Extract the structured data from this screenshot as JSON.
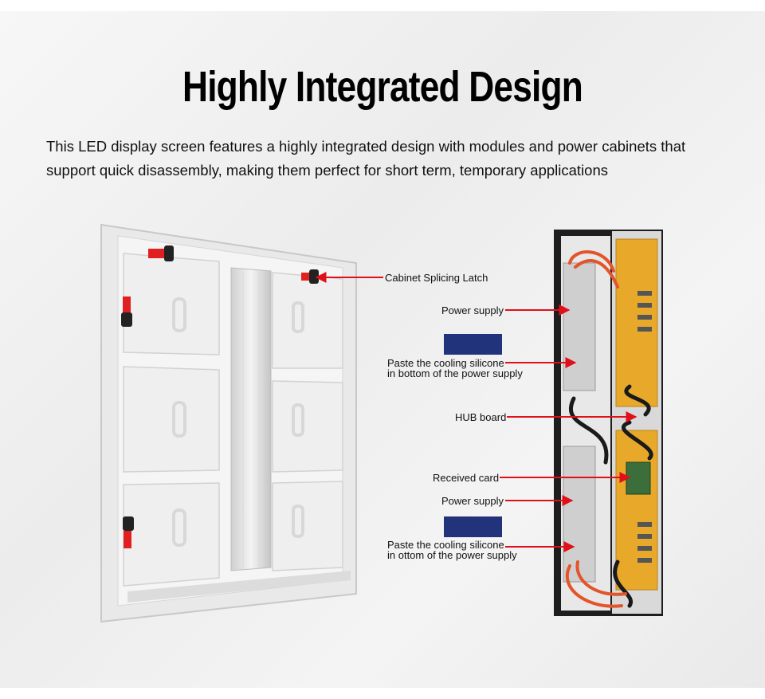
{
  "heading": "Highly Integrated Design",
  "description": "This LED display screen features a highly integrated design with modules and power cabinets that support quick disassembly, making them perfect for short term, temporary applications",
  "callouts": {
    "latch": "Cabinet Splicing Latch",
    "power_supply_1": "Power supply",
    "cooling_1_line1": "Paste the cooling silicone",
    "cooling_1_line2": "in bottom of the power supply",
    "hub": "HUB board",
    "received_card": "Received card",
    "power_supply_2": "Power supply",
    "cooling_2_line1": "Paste the cooling silicone",
    "cooling_2_line2": "in ottom of the power supply"
  },
  "colors": {
    "arrow": "#e0101a",
    "swatch": "#21337a",
    "board": "#e8a92a",
    "cabinet": "#ededed"
  }
}
